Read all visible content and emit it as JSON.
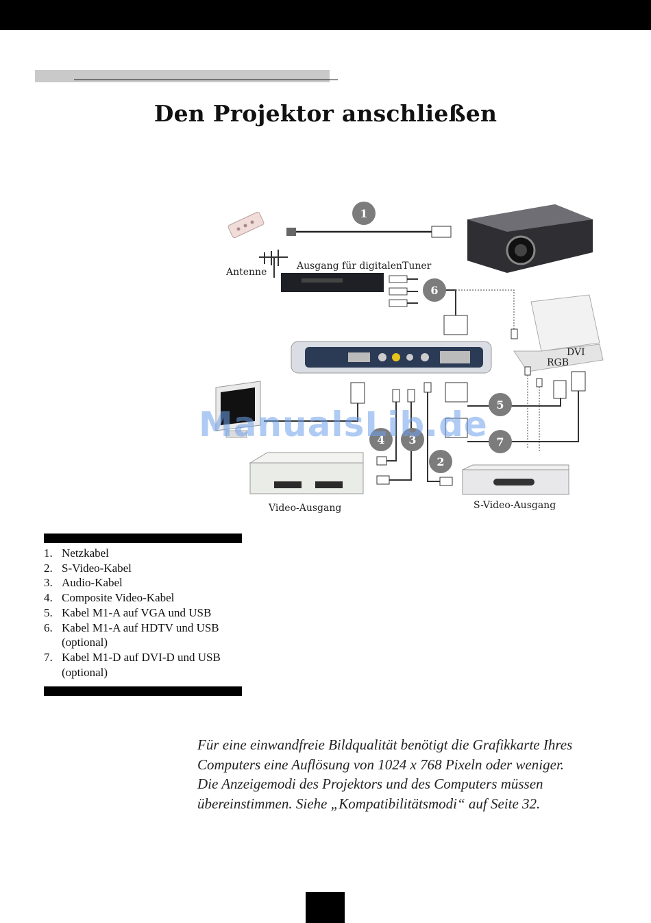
{
  "page": {
    "title": "Den Projektor anschließen"
  },
  "diagram": {
    "labels": {
      "antenna": "Antenne",
      "digital_tuner": "Ausgang für digitalenTuner",
      "dvi": "DVI",
      "rgb": "RGB",
      "video_out": "Video-Ausgang",
      "svideo_out": "S-Video-Ausgang"
    },
    "markers": [
      "1",
      "6",
      "5",
      "7",
      "4",
      "3",
      "2"
    ]
  },
  "legend": {
    "items": [
      {
        "num": "1.",
        "text": "Netzkabel"
      },
      {
        "num": "2.",
        "text": "S-Video-Kabel"
      },
      {
        "num": "3.",
        "text": "Audio-Kabel"
      },
      {
        "num": "4.",
        "text": "Composite Video-Kabel"
      },
      {
        "num": "5.",
        "text": "Kabel M1-A auf VGA und USB"
      },
      {
        "num": "6.",
        "text": "Kabel M1-A auf HDTV und USB",
        "text2": "(optional)"
      },
      {
        "num": "7.",
        "text": "Kabel M1-D auf DVI-D und USB",
        "text2": "(optional)"
      }
    ]
  },
  "note": {
    "lines": [
      "Für eine einwandfreie Bildqualität benötigt die Grafikkarte Ihres",
      "Computers eine Auflösung von 1024 x 768 Pixeln oder weniger.",
      "Die Anzeigemodi des Projektors und des Computers müssen",
      "übereinstimmen. Siehe „Kompatibilitätsmodi“ auf Seite 32."
    ]
  },
  "watermark": "ManualsLib.de"
}
